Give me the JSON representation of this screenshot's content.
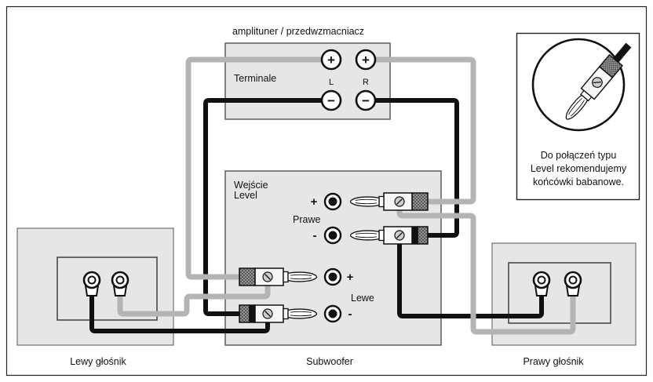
{
  "amplifier": {
    "title": "amplituner / przedwzmacniacz",
    "terminals_label": "Terminale",
    "channels": {
      "left": "L",
      "right": "R"
    },
    "symbols": {
      "plus": "+",
      "minus": "−"
    }
  },
  "subwoofer": {
    "name": "Subwoofer",
    "input_label": [
      "Wejście",
      "Level"
    ],
    "right_channel_label": "Prawe",
    "left_channel_label": "Lewe",
    "symbols": {
      "plus": "+",
      "minus": "-"
    }
  },
  "left_speaker": {
    "name": "Lewy głośnik"
  },
  "right_speaker": {
    "name": "Prawy głośnik"
  },
  "note": {
    "lines": [
      "Do połączeń typu",
      "Level rekomendujemy",
      "końcówki babanowe."
    ]
  },
  "colors": {
    "positive_wire": "#b4b4b4",
    "negative_wire": "#111111"
  }
}
